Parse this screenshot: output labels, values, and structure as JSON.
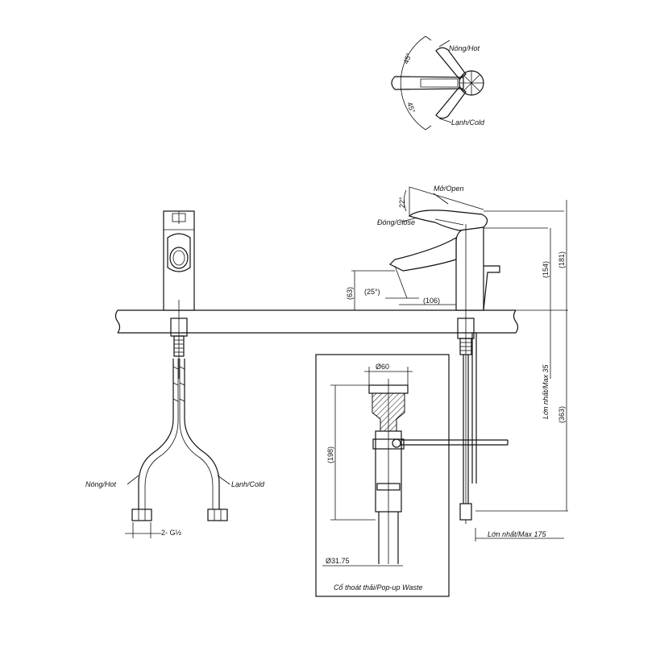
{
  "labels": {
    "top_hot": "Nóng/Hot",
    "top_cold": "Lạnh/Cold",
    "angle_top_upper": "45°",
    "angle_top_lower": "45°",
    "open": "Mở/Open",
    "close": "Đóng/Close",
    "lever_angle": "22°",
    "spout_angle": "(25°)",
    "dim_63": "(63)",
    "dim_106": "(106)",
    "dim_154": "(154)",
    "dim_181": "(181)",
    "dim_363": "(363)",
    "max35": "Lớn nhất/Max 35",
    "max175": "Lớn nhất/Max 175",
    "dia60": "Ø60",
    "dim_198": "(198)",
    "dia3175": "Ø31.75",
    "popup_waste": "Cổ thoát thải/Pop-up Waste",
    "hose_hot": "Nóng/Hot",
    "hose_cold": "Lạnh/Cold",
    "thread": "2- G½"
  }
}
